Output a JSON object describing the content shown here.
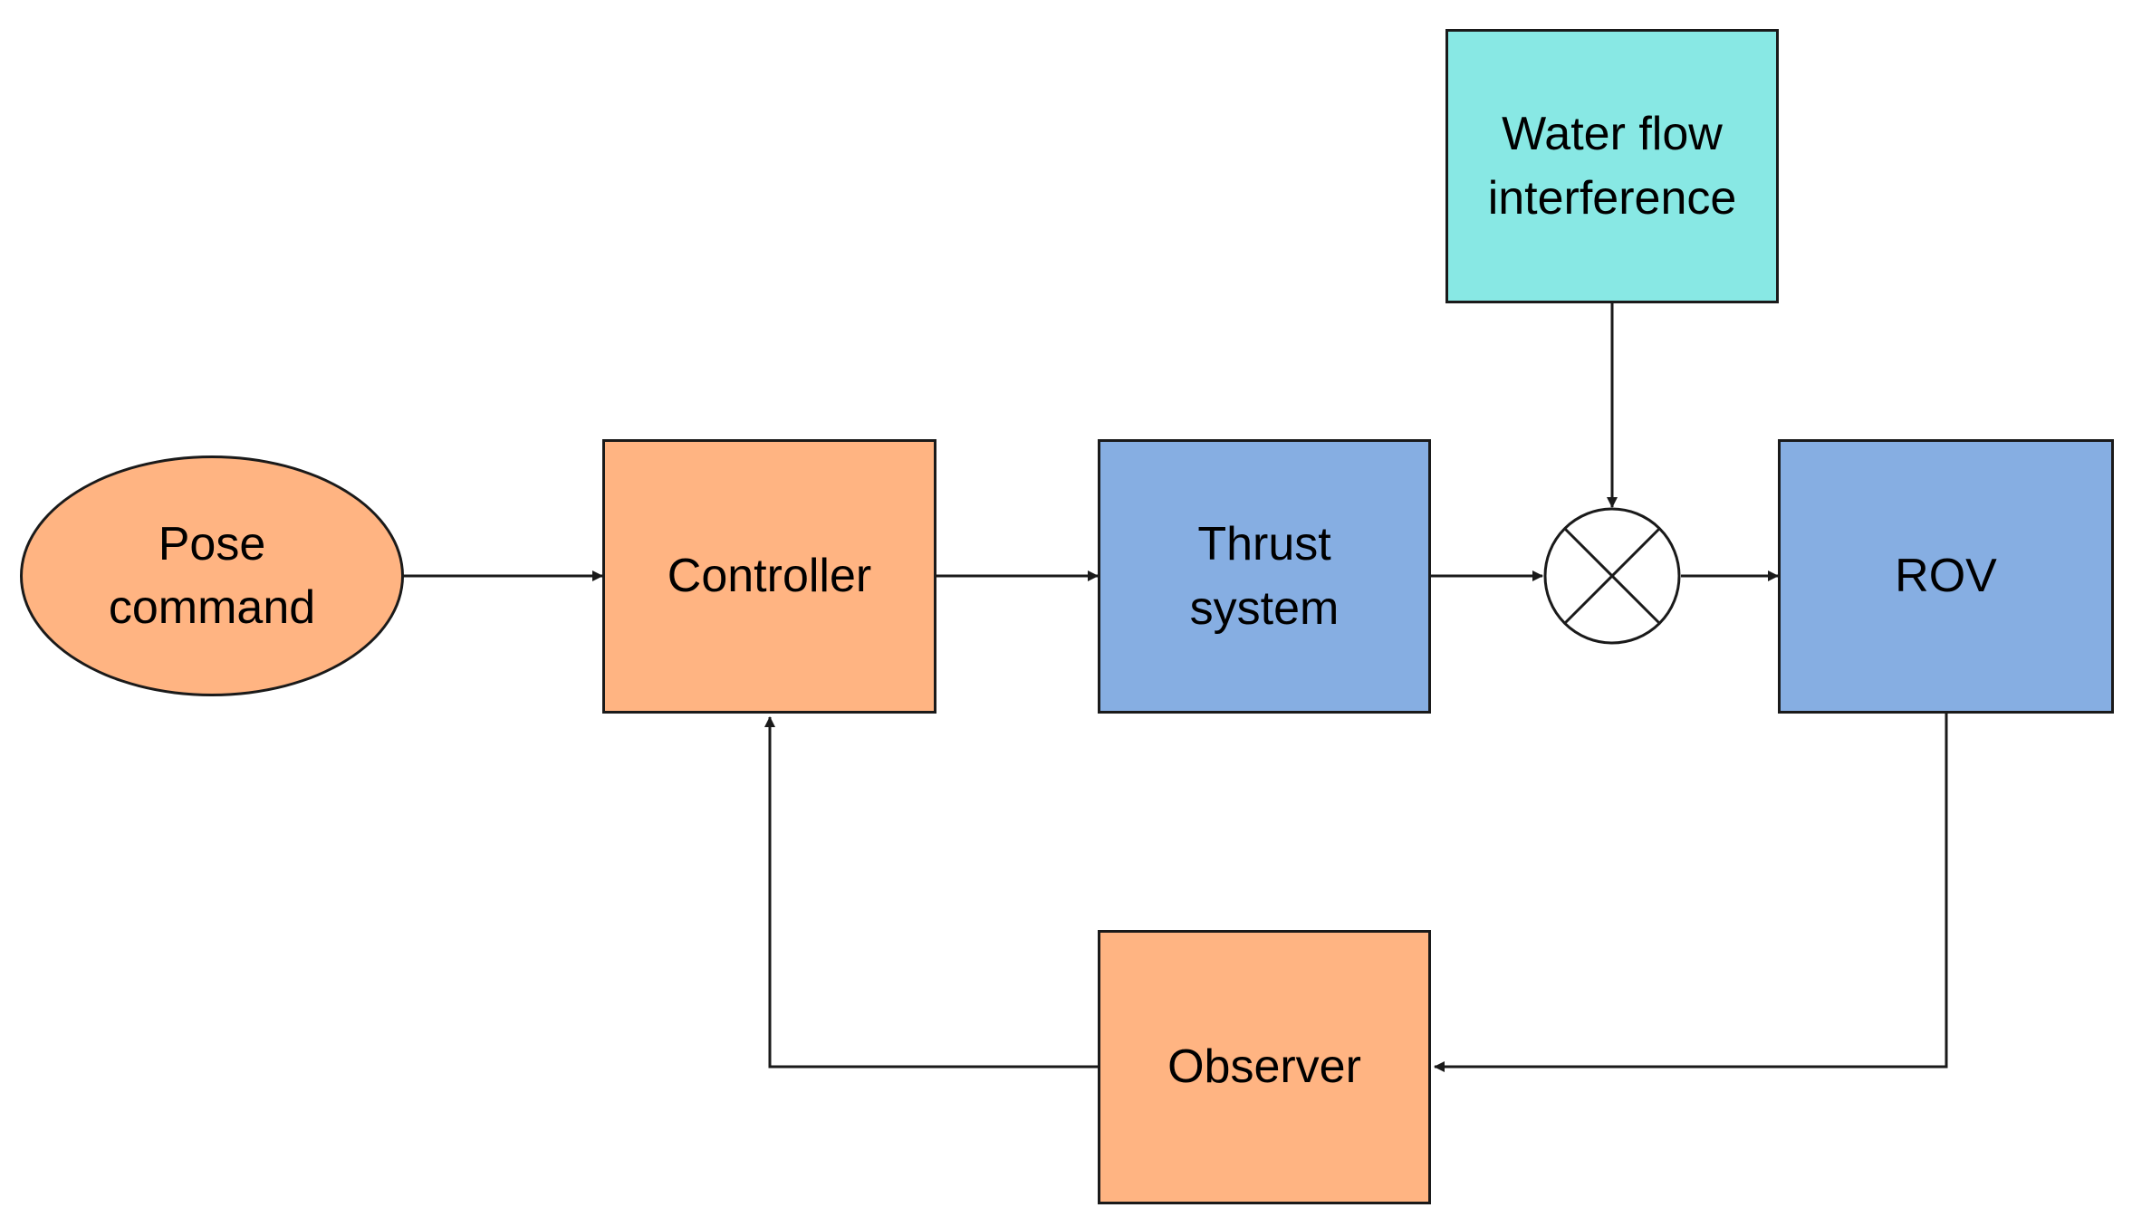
{
  "colors": {
    "orange": "#FFB482",
    "blue": "#86AEE2",
    "cyan": "#88E8E4",
    "stroke": "#1a1a1a",
    "background": "#ffffff"
  },
  "nodes": {
    "pose_command": {
      "line1": "Pose",
      "line2": "command",
      "shape": "ellipse"
    },
    "controller": {
      "label": "Controller",
      "shape": "rectangle"
    },
    "thrust_system": {
      "line1": "Thrust",
      "line2": "system",
      "shape": "rectangle"
    },
    "water_flow": {
      "line1": "Water flow",
      "line2": "interference",
      "shape": "rectangle"
    },
    "summing_junction": {
      "shape": "circle-with-x"
    },
    "rov": {
      "label": "ROV",
      "shape": "rectangle"
    },
    "observer": {
      "label": "Observer",
      "shape": "rectangle"
    }
  },
  "edges": [
    {
      "from": "Pose command",
      "to": "Controller"
    },
    {
      "from": "Controller",
      "to": "Thrust system"
    },
    {
      "from": "Thrust system",
      "to": "summing junction"
    },
    {
      "from": "Water flow interference",
      "to": "summing junction"
    },
    {
      "from": "summing junction",
      "to": "ROV"
    },
    {
      "from": "ROV",
      "to": "Observer"
    },
    {
      "from": "Observer",
      "to": "Controller"
    }
  ]
}
